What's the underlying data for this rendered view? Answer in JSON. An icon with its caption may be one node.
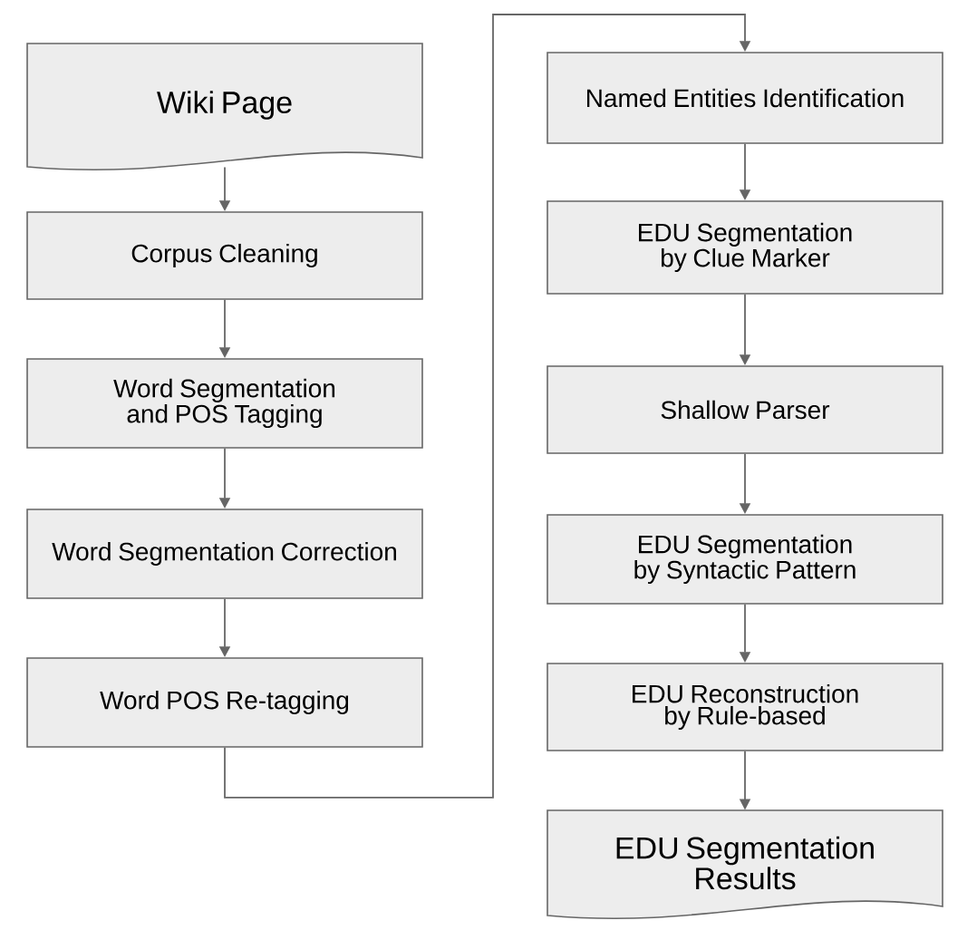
{
  "diagram": {
    "nodes": [
      {
        "text": [
          "Wiki Page"
        ]
      },
      {
        "text": [
          "Corpus Cleaning"
        ]
      },
      {
        "text": [
          "Word Segmentation and POS Tagging"
        ]
      },
      {
        "text": [
          "Word Segmentation Correction"
        ]
      },
      {
        "text": [
          "Word POS Re-tagging"
        ]
      },
      {
        "text": [
          "Named Entities Identification"
        ]
      },
      {
        "text": [
          "EDU Segmentation by Clue Marker"
        ]
      },
      {
        "text": [
          "Shallow Parser"
        ]
      },
      {
        "text": [
          "EDU Segmentation by Syntactic Pattern"
        ]
      },
      {
        "text": [
          "EDU Reconstruction by Rule-based"
        ]
      },
      {
        "text": [
          "EDU Segmentation Results"
        ]
      }
    ],
    "edges": [
      {
        "from": 0,
        "to": 1,
        "arrow": "to"
      },
      {
        "from": 1,
        "to": 2,
        "arrow": "to"
      },
      {
        "from": 2,
        "to": 3,
        "arrow": "to"
      },
      {
        "from": 3,
        "to": 4,
        "arrow": "to"
      },
      {
        "from": 4,
        "to": 5,
        "arrow": "to"
      },
      {
        "from": 5,
        "to": 6,
        "arrow": "to"
      },
      {
        "from": 6,
        "to": 7,
        "arrow": "to"
      },
      {
        "from": 7,
        "to": 8,
        "arrow": "to"
      },
      {
        "from": 8,
        "to": 9,
        "arrow": "to"
      },
      {
        "from": 9,
        "to": 10,
        "arrow": "to"
      }
    ]
  }
}
